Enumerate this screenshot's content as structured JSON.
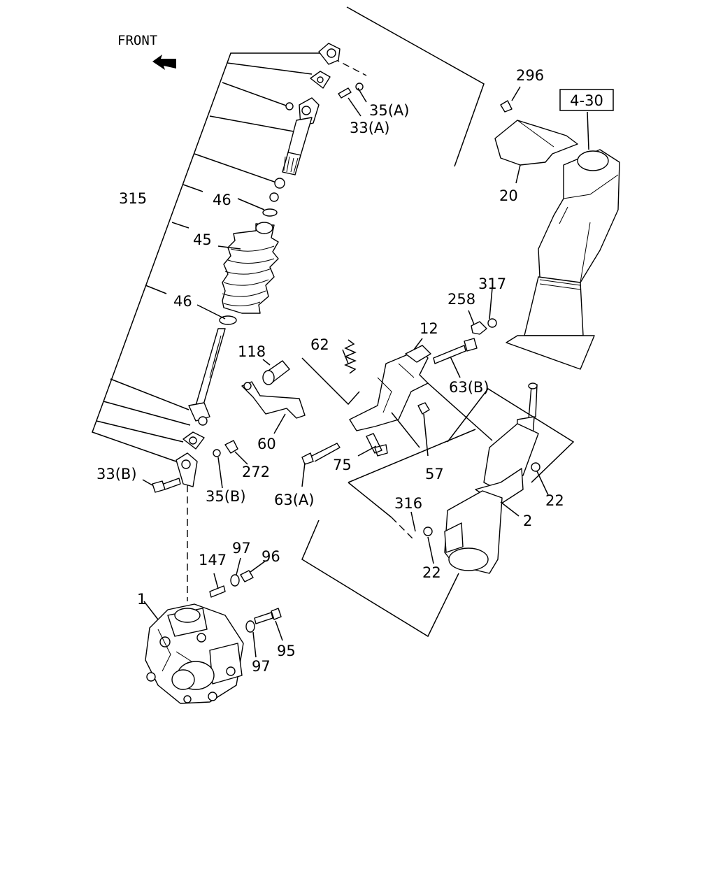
{
  "front_label": "FRONT",
  "ref_box": "4-30",
  "callouts": [
    {
      "id": "c296",
      "text": "296"
    },
    {
      "id": "c35a",
      "text": "35(A)"
    },
    {
      "id": "c33a",
      "text": "33(A)"
    },
    {
      "id": "c20",
      "text": "20"
    },
    {
      "id": "c315",
      "text": "315"
    },
    {
      "id": "c46a",
      "text": "46"
    },
    {
      "id": "c45",
      "text": "45"
    },
    {
      "id": "c46b",
      "text": "46"
    },
    {
      "id": "c317",
      "text": "317"
    },
    {
      "id": "c258",
      "text": "258"
    },
    {
      "id": "c12",
      "text": "12"
    },
    {
      "id": "c62",
      "text": "62"
    },
    {
      "id": "c118",
      "text": "118"
    },
    {
      "id": "c63b",
      "text": "63(B)"
    },
    {
      "id": "c60",
      "text": "60"
    },
    {
      "id": "c75",
      "text": "75"
    },
    {
      "id": "c57",
      "text": "57"
    },
    {
      "id": "c22a",
      "text": "22"
    },
    {
      "id": "c33b",
      "text": "33(B)"
    },
    {
      "id": "c272",
      "text": "272"
    },
    {
      "id": "c35b",
      "text": "35(B)"
    },
    {
      "id": "c63a",
      "text": "63(A)"
    },
    {
      "id": "c316",
      "text": "316"
    },
    {
      "id": "c2",
      "text": "2"
    },
    {
      "id": "c22b",
      "text": "22"
    },
    {
      "id": "c147",
      "text": "147"
    },
    {
      "id": "c97a",
      "text": "97"
    },
    {
      "id": "c96",
      "text": "96"
    },
    {
      "id": "c1",
      "text": "1"
    },
    {
      "id": "c95",
      "text": "95"
    },
    {
      "id": "c97b",
      "text": "97"
    }
  ]
}
